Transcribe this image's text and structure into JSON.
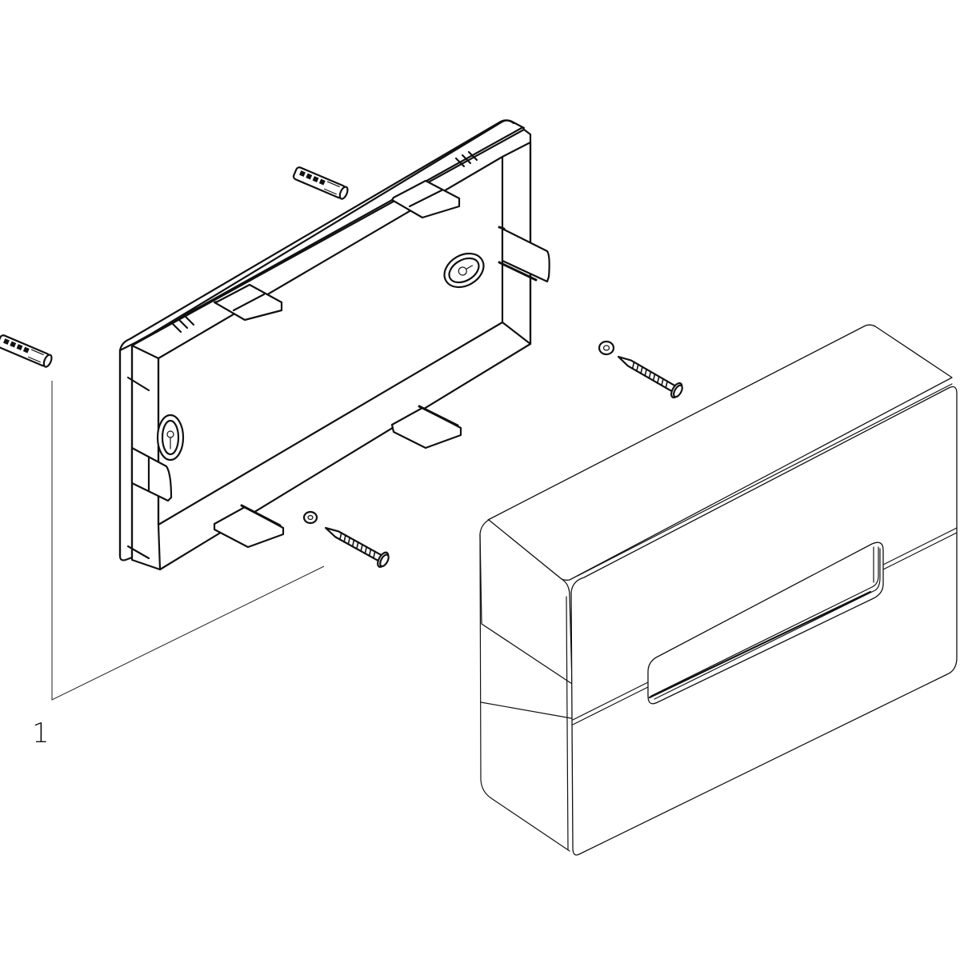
{
  "diagram": {
    "type": "exploded-assembly-view",
    "background_color": "#ffffff",
    "line_color": "#111111",
    "callouts": [
      {
        "id": "callout-1",
        "label": "1",
        "refers_to": [
          "wall-plug-left",
          "screw-lower",
          "washer-lower"
        ]
      }
    ],
    "parts": [
      {
        "id": "wall-plug-left",
        "name": "Wall plug (left)"
      },
      {
        "id": "wall-plug-top",
        "name": "Wall plug (top)"
      },
      {
        "id": "mounting-frame",
        "name": "Mounting frame with clips and keyhole slots"
      },
      {
        "id": "washer-lower",
        "name": "Washer (lower)"
      },
      {
        "id": "screw-lower",
        "name": "Screw (lower)"
      },
      {
        "id": "washer-upper",
        "name": "Washer (upper)"
      },
      {
        "id": "screw-upper",
        "name": "Screw (upper)"
      },
      {
        "id": "dispenser-cover",
        "name": "Dispenser cover with front opening"
      }
    ]
  }
}
